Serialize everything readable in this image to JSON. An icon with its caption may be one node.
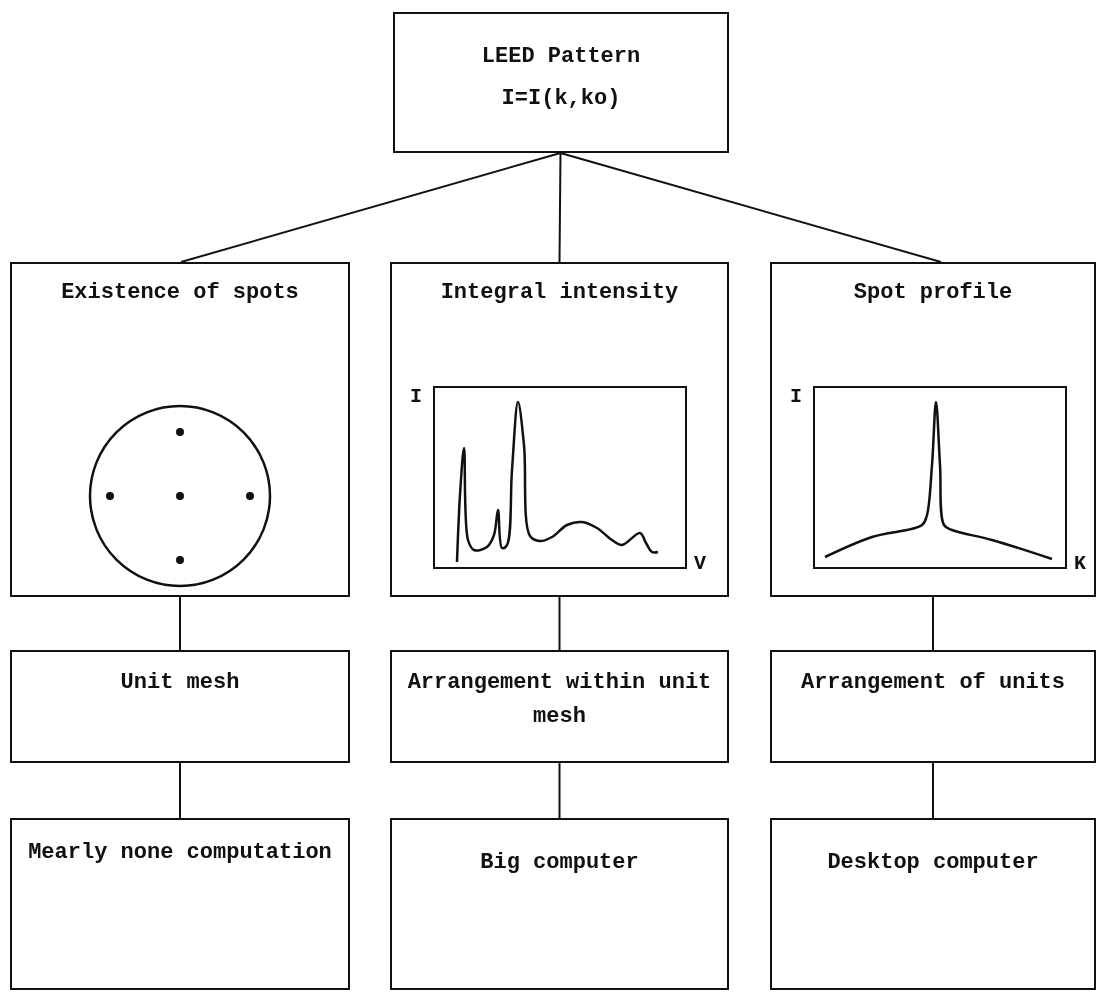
{
  "diagram": {
    "nodes": [
      {
        "text": [
          "LEED Pattern",
          "I=I(k,ko)"
        ]
      },
      {
        "text": [
          "Existence of spots"
        ]
      },
      {
        "text": [
          "Integral intensity"
        ]
      },
      {
        "text": [
          "Spot profile"
        ]
      },
      {
        "text": [
          "Unit mesh"
        ]
      },
      {
        "text": [
          "Arrangement within unit mesh"
        ]
      },
      {
        "text": [
          "Arrangement of units"
        ]
      },
      {
        "text": [
          "Mearly none computation"
        ]
      },
      {
        "text": [
          "Big computer"
        ]
      },
      {
        "text": [
          "Desktop computer"
        ]
      }
    ],
    "edges": [
      {
        "from": 0,
        "to": 1,
        "arrow": "none"
      },
      {
        "from": 0,
        "to": 2,
        "arrow": "none"
      },
      {
        "from": 0,
        "to": 3,
        "arrow": "none"
      },
      {
        "from": 1,
        "to": 4,
        "arrow": "none"
      },
      {
        "from": 2,
        "to": 5,
        "arrow": "none"
      },
      {
        "from": 3,
        "to": 6,
        "arrow": "none"
      },
      {
        "from": 4,
        "to": 7,
        "arrow": "none"
      },
      {
        "from": 5,
        "to": 8,
        "arrow": "none"
      },
      {
        "from": 6,
        "to": 9,
        "arrow": "none"
      }
    ],
    "labels": [
      "I",
      "V",
      "I",
      "K"
    ]
  }
}
